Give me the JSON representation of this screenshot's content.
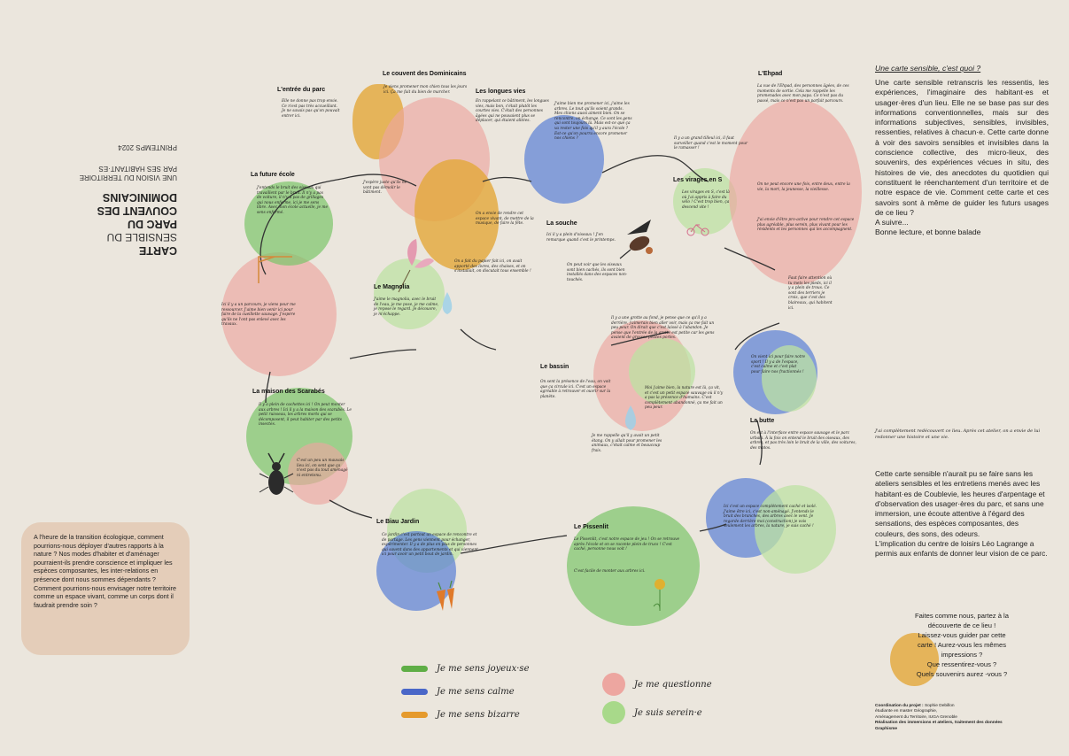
{
  "title": {
    "line1": "CARTE",
    "line2": "SENSIBLE DU",
    "line3": "PARC DU",
    "line4": "COUVENT DES",
    "line5": "DOMINICAINS",
    "subtitle1": "UNE VISION DU TERRITOIRE",
    "subtitle2": "PAR SES HABITANT·ES",
    "season": "PRINTEMPS 2024"
  },
  "intro": "A l'heure de la transition écologique, comment pourrions-nous déployer d'autres rapports à la nature ? Nos modes d'habiter et d'aménager pourraient-ils prendre conscience et impliquer les espèces composantes, les inter-relations en présence dont nous sommes dépendants ? Comment pourrions-nous envisager notre territoire comme un espace vivant, comme un corps dont il faudrait prendre soin ?",
  "places": {
    "entree": "L'entrée du parc",
    "couvent": "Le couvent des Dominicains",
    "longues_vies": "Les longues vies",
    "ehpad": "L'Ehpad",
    "future_ecole": "La future école",
    "virages": "Les virages en S",
    "souche": "La souche",
    "magnolia": "Le Magnolia",
    "bassin": "Le bassin",
    "butte": "La butte",
    "scarabes": "La maison des Scarabés",
    "biau_jardin": "Le Biau Jardin",
    "pissenlit": "Le Pissenlit"
  },
  "quotes": {
    "entree": "Elle ne donne pas trop envie. Ce n'est pas très accueillant. Je ne savais pas qu'on pouvait entrer ici.",
    "couvent_a": "Je viens promener mon chien tous les jours ici. Ça me fait du bien de marcher.",
    "couvent_b": "J'espère juste qu'ils ne vont pas démolir le bâtiment.",
    "couvent_c": "On a envie de rendre cet espace vivant, de mettre de la musique, de faire la fête.",
    "couvent_d": "On a fait du papier fait ici, on avait apporté des livres, des chaises, et on s'installait, on discutait tous ensemble !",
    "longues_vies": "En rappelant ce bâtiment, les longues vies, mais bon, c'était plutôt les courtes vies. C'était des personnes âgées qui ne pouvaient plus se déplacer, qui étaient alitées.",
    "longues_vies_b": "J'aime bien me promener ici, j'aime les arbres. Le tout qu'ils soient grands. Mes chiens aussi aiment bien. On se rencontre, on échange. Ce sont les gens qui sont toujours là. Mais est-ce que ça va rester une fois qu'il y aura l'école ? Est-ce qu'on pourra encore promener nos chiens ?",
    "grand_tilleul": "Il y a un grand tilleul ici, il faut surveiller quand c'est le moment pour le ramasser !",
    "ehpad_a": "La vue de l'Ehpad, des personnes âgées, de ces moments de sortie. Cela me rappelle les promenades avec mon papa. Ce n'est pas du passé, mais ce n'est pas un parfait parcours.",
    "ehpad_b": "On ne peut encore une fois, entre deux, entre la vie, la mort, la jeunesse, la vieillesse.",
    "ehpad_c": "J'ai envie d'être pro-active pour rendre cet espace plus agréable, plus serein, plus vivant pour les résidents et les personnes qui les accompagnent.",
    "future_ecole": "J'entends le bruit des oiseaux qui travaillent par le bruit. Il n'y a pas de voiture, il n'y a pas de grillages qui nous enferme, ici je me sens libre. Avec mon école actuelle, je me sens enfermé.",
    "virages": "Les virages en S, c'est là où j'ai appris à faire du vélo ! C'est trop bien, ça descend vite !",
    "souche": "Ici il y a plein d'oiseaux ! J'en remarque quand c'est le printemps.",
    "souche_b": "On peut voir que les oiseaux sont bien cachés, ils sont bien installés dans des espaces non-touchés.",
    "magnolia": "J'aime le magnolia, avec le bruit de l'eau, je me pose, je me calme, je repose le regard. Je découvre, je m'échappe.",
    "grotte": "Il y a une grotte au fond, je pense que ce qu'il y a derrière, j'aimerais bien aller voir, mais ça me fait un peu peur. On dirait que c'est laissé à l'abandon. Je pense que l'entrée de la grotte est petite car les gens avaient de grosses petites portes.",
    "bassin": "On sent la présence de l'eau, on voit que ça circule ici. C'est un espace agréable à retrouver et ouvrir sur la planète.",
    "bassin_b": "Moi j'aime bien, la nature est là, ça vit, et c'est un petit espace sauvage où il n'y a pas la présence d'humains. C'est complètement abandonné, ça me fait un peu peur.",
    "bassin_c": "Je me rappelle qu'il y avait un petit étang. On y allait pour promener les animaux, c'était calme et beaucoup frais.",
    "butte_a": "Faut faire attention où tu mets les pieds, ici il y a plein de trous. Ce sont des terriers je crois, que c'est des blaireaux, qui habitent ici.",
    "butte_b": "On vient ici pour faire notre sport ! Il y a de l'espace, c'est calme et c'est plat pour faire nos fractionnés !",
    "butte_c": "On est à l'interface entre espace sauvage et le parc urbain. À la fois on entend le bruit des oiseaux, des arbres, et pas très loin le bruit de la ville, des voitures, des motos.",
    "butte_d": "Ici c'est un espace complètement caché et isolé. J'aime être ici, c'est non-aménagé. J'entends le bruit des branches, des arbres avec le vent. Je regarde derrière moi (construction) je vois seulement les arbres, la nature, je suis caché !",
    "scarabes": "Il y a plein de cachettes ici ! On peut monter aux arbres ! Ici il y a la maison des scarabés. Le petit ruisseau, les arbres morts qui se décomposent, il peut habiter par des petits insectes.",
    "scarabes_b": "C'est un peu un mauvais lieu ici, on sent que ça n'est pas du tout aménagé ni entretenu.",
    "grand_parc": "Ici il y a un parcours, je viens pour me ressourcer. J'aime bien venir ici pour faire de la cueillette sauvage. J'espère qu'ils ne l'ont pas enlevé avec les travaux.",
    "biau_jardin": "Ce jardin c'est partout un espace de rencontre et de partage. Les gens viennent pour échanger, expérimenter. Il y a de plus en plus de personnes qui savent dans des appartements et qui viennent ici pour avoir un petit bout de jardin.",
    "pissenlit": "Le Pissenlit, c'est notre espace de jeu ! On se retrouve après l'école et on se raconte plein de trucs ! C'est caché, personne nous voit !",
    "pissenlit_b": "C'est facile de monter aux arbres ici."
  },
  "right_column": {
    "heading": "Une carte sensible, c'est quoi ?",
    "paragraph": "Une carte sensible retranscris les ressentis, les expériences, l'imaginaire des habitant·es et usager·ères d'un lieu. Elle ne se base pas sur des informations conventionnelles, mais sur des informations subjectives, sensibles, invisibles, ressenties, relatives à chacun·e. Cette carte donne à voir des savoirs sensibles et invisibles dans la conscience collective, des micro-lieux, des souvenirs, des expériences vécues in situ, des histoires de vie, des anecdotes du quotidien qui constituent le réenchantement d'un territoire et de notre espace de vie. Comment cette carte et ces savoirs sont à même de guider les futurs usages de ce lieu ?",
    "suivre": "A suivre...",
    "bonne": "Bonne lecture, et bonne balade",
    "quote": "J'ai complètement redécouvert ce lieu. Après cet atelier, on a envie de lui redonner une histoire et une vie.",
    "thanks": "Cette carte sensible n'aurait pu se faire sans les ateliers sensibles et les entretiens menés avec les habitant·es de Coublevie, les heures d'arpentage et d'observation des usager·ères du parc, et sans une immersion, une écoute attentive à l'égard des sensations, des espèces composantes, des couleurs, des sons, des odeurs.",
    "thanks2": "L'implication du centre de loisirs Léo Lagrange a permis aux enfants de donner leur vision de ce parc.",
    "invite": [
      "Faites comme nous, partez à la",
      "découverte de ce lieu !",
      "Laissez-vous guider par cette",
      "carte ! Aurez-vous les mêmes",
      "impressions ?",
      "Que ressentirez-vous ?",
      "Quels souvenirs aurez -vous ?"
    ],
    "credits_label": "Coordination du projet :",
    "credits_name": "Sophie Debillon",
    "credits_line2": "étudiante en master Géographie,",
    "credits_line3": "Aménagement du Territoire, IUGA Grenoble",
    "credits_line4": "Réalisation des immersions et ateliers, traitement des données",
    "credits_line5": "Graphisme"
  },
  "legend": {
    "joyeux": "Je me sens joyeux·se",
    "calme": "Je me sens calme",
    "bizarre": "Je me sens bizarre",
    "questionne": "Je me questionne",
    "serein": "Je suis serein·e"
  },
  "colors": {
    "background": "#ebe6dd",
    "joyeux": "#5fae46",
    "calme": "#4a67c8",
    "bizarre": "#e59a2c",
    "questionne": "#eda6a0",
    "serein": "#a8d98a",
    "intro_box": "#e4cdb9"
  }
}
